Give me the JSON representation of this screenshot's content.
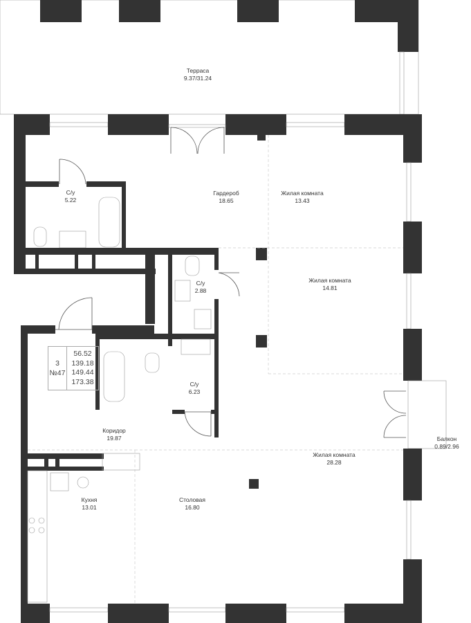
{
  "rooms": [
    {
      "name": "Терраса",
      "area": "9.37/31.24"
    },
    {
      "name": "С/у",
      "area": "5.22"
    },
    {
      "name": "Гардероб",
      "area": "18.65"
    },
    {
      "name": "Жилая комната",
      "area": "13.43"
    },
    {
      "name": "С/у",
      "area": "2.88"
    },
    {
      "name": "Жилая комната",
      "area": "14.81"
    },
    {
      "name": "С/у",
      "area": "6.23"
    },
    {
      "name": "Коридор",
      "area": "19.87"
    },
    {
      "name": "Жилая комната",
      "area": "28.28"
    },
    {
      "name": "Балкон",
      "area": "0.89/2.96"
    },
    {
      "name": "Кухня",
      "area": "13.01"
    },
    {
      "name": "Столовая",
      "area": "16.80"
    }
  ],
  "info": {
    "rooms_count": "3",
    "apartment_number": "№47",
    "areas": [
      "56.52",
      "139.18",
      "149.44",
      "173.38"
    ]
  },
  "colors": {
    "wall": "#333333",
    "line": "#555555"
  }
}
